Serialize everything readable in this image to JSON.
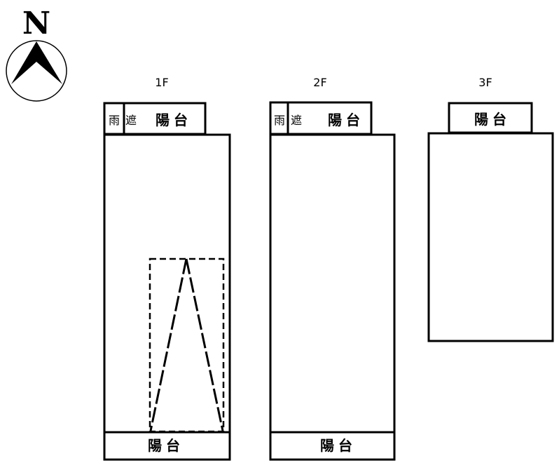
{
  "compass": {
    "north_label": "N",
    "icon": "north-arrow-icon"
  },
  "floors": [
    {
      "label": "1F",
      "top_balcony": {
        "canopy_label_1": "雨",
        "canopy_label_2": "遮",
        "balcony_label": "陽台"
      },
      "bottom_balcony": {
        "label": "陽台"
      },
      "has_stair": true
    },
    {
      "label": "2F",
      "top_balcony": {
        "canopy_label_1": "雨",
        "canopy_label_2": "遮",
        "balcony_label": "陽台"
      },
      "bottom_balcony": {
        "label": "陽台"
      },
      "has_stair": false
    },
    {
      "label": "3F",
      "top_balcony": {
        "balcony_label": "陽台"
      },
      "has_stair": false
    }
  ],
  "colors": {
    "line": "#000000",
    "background": "#ffffff"
  }
}
